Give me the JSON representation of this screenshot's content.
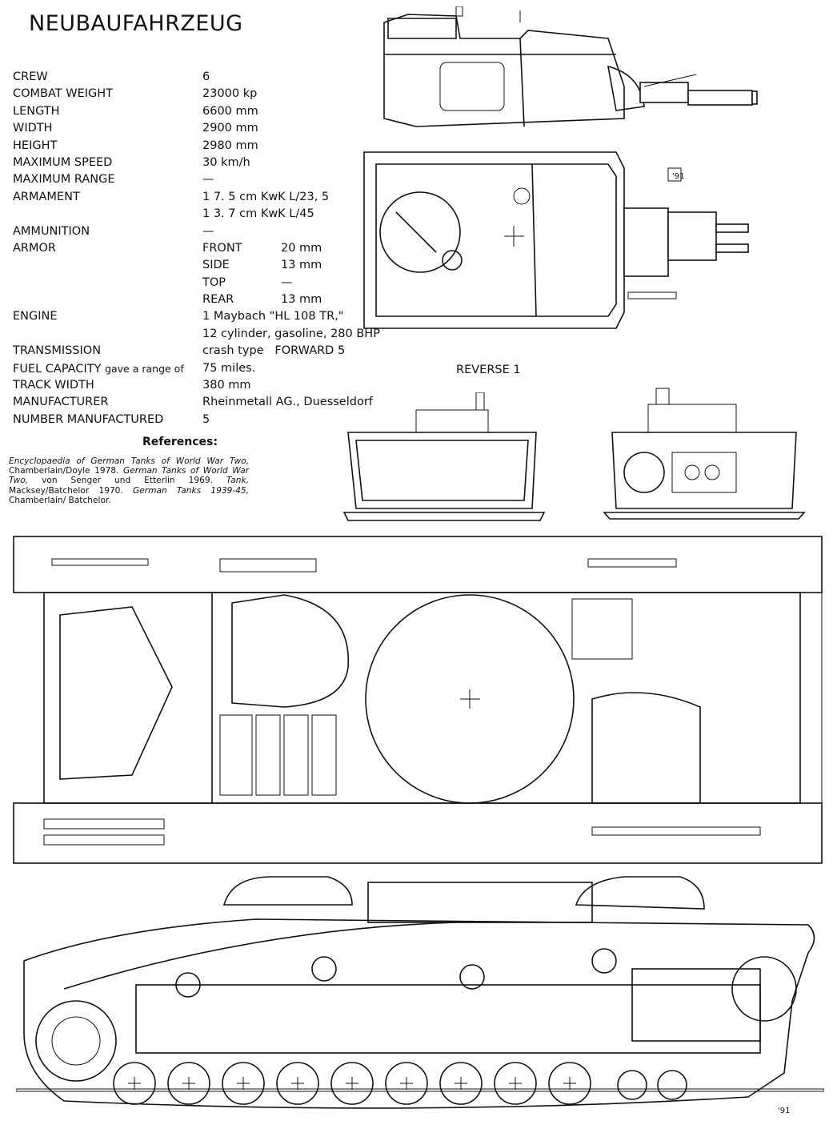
{
  "title": "NEUBAUFAHRZEUG",
  "specs": {
    "crew": {
      "label": "CREW",
      "value": "6"
    },
    "combat_weight": {
      "label": "COMBAT WEIGHT",
      "value": "23000 kp"
    },
    "length": {
      "label": "LENGTH",
      "value": "6600 mm"
    },
    "width": {
      "label": "WIDTH",
      "value": "2900 mm"
    },
    "height": {
      "label": "HEIGHT",
      "value": "2980 mm"
    },
    "max_speed": {
      "label": "MAXIMUM SPEED",
      "value": "30 km/h"
    },
    "max_range": {
      "label": "MAXIMUM RANGE",
      "value": "—"
    },
    "armament": {
      "label": "ARMAMENT",
      "value1": "1 7. 5 cm KwK L/23, 5",
      "value2": "1 3. 7 cm KwK L/45"
    },
    "ammunition": {
      "label": "AMMUNITION",
      "value": "—"
    },
    "armor": {
      "label": "ARMOR",
      "front": {
        "label": "FRONT",
        "value": "20 mm"
      },
      "side": {
        "label": "SIDE",
        "value": "13 mm"
      },
      "top": {
        "label": "TOP",
        "value": "—"
      },
      "rear": {
        "label": "REAR",
        "value": "13 mm"
      }
    },
    "engine": {
      "label": "ENGINE",
      "value1": "1 Maybach \"HL 108 TR,\"",
      "value2": "12 cylinder, gasoline, 280 BHP"
    },
    "transmission": {
      "label": "TRANSMISSION",
      "value1": "crash type",
      "value2": "FORWARD 5",
      "value3": "REVERSE 1"
    },
    "fuel_capacity": {
      "label": "FUEL CAPACITY",
      "note": "gave a range of",
      "value": "75 miles."
    },
    "track_width": {
      "label": "TRACK WIDTH",
      "value": "380 mm"
    },
    "manufacturer": {
      "label": "MANUFACTURER",
      "value": "Rheinmetall AG., Duesseldorf"
    },
    "number_manufactured": {
      "label": "NUMBER MANUFACTURED",
      "value": "5"
    }
  },
  "references": {
    "heading": "References:",
    "r1_title": "Encyclopaedia of German Tanks of World War Two,",
    "r1_rest": " Chamberlain/Doyle 1978. ",
    "r2_title": "German Tanks of World War Two,",
    "r2_rest": " von Senger und Etterlin 1969. ",
    "r3_title": "Tank,",
    "r3_rest": " Macksey/Batchelor 1970. ",
    "r4_title": "German Tanks 1939-45,",
    "r4_rest": " Chamberlain/ Batchelor."
  },
  "artist_marks": {
    "upper": "'91",
    "lower": "'91"
  }
}
